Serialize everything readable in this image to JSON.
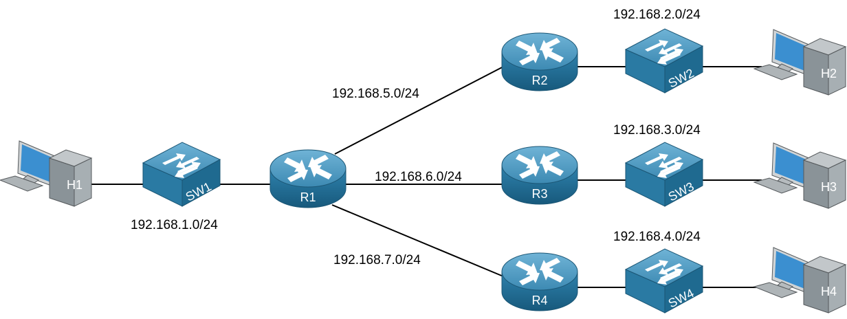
{
  "hosts": [
    {
      "label": "H1"
    },
    {
      "label": "H2"
    },
    {
      "label": "H3"
    },
    {
      "label": "H4"
    }
  ],
  "switches": [
    {
      "label": "SW1"
    },
    {
      "label": "SW2"
    },
    {
      "label": "SW3"
    },
    {
      "label": "SW4"
    }
  ],
  "routers": [
    {
      "label": "R1"
    },
    {
      "label": "R2"
    },
    {
      "label": "R3"
    },
    {
      "label": "R4"
    }
  ],
  "subnets": {
    "net1": "192.168.1.0/24",
    "net2": "192.168.2.0/24",
    "net3": "192.168.3.0/24",
    "net4": "192.168.4.0/24",
    "net5": "192.168.5.0/24",
    "net6": "192.168.6.0/24",
    "net7": "192.168.7.0/24"
  },
  "colors": {
    "device_top": "#4f9ac0",
    "device_side": "#1f6f98",
    "host_gray": "#9aa3a8",
    "screen": "#3b8fd0"
  }
}
